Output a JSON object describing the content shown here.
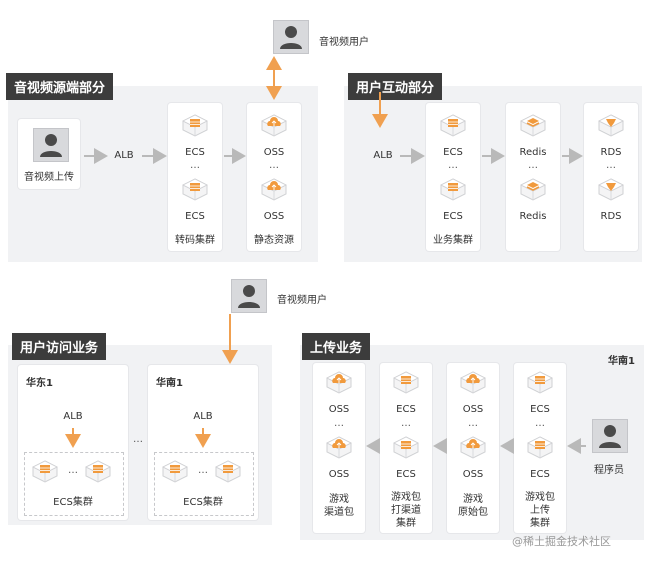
{
  "sections": {
    "media_source": "音视频源端部分",
    "interaction": "用户互动部分",
    "access": "用户访问业务",
    "upload": "上传业务"
  },
  "top_left": {
    "uploader_label": "音视频上传",
    "alb": "ALB",
    "ecs_top": "ECS",
    "ecs_bottom": "ECS",
    "ecs_group": "转码集群",
    "oss_top": "OSS",
    "oss_bottom": "OSS",
    "oss_group": "静态资源"
  },
  "top_user": "音视频用户",
  "top_right": {
    "alb": "ALB",
    "ecs_top": "ECS",
    "ecs_bottom": "ECS",
    "ecs_group": "业务集群",
    "redis_top": "Redis",
    "redis_bottom": "Redis",
    "rds_top": "RDS",
    "rds_bottom": "RDS"
  },
  "mid_user": "音视频用户",
  "access": {
    "region_east": "华东1",
    "region_south": "华南1",
    "alb_east": "ALB",
    "alb_south": "ALB",
    "cluster_east": "ECS集群",
    "cluster_south": "ECS集群"
  },
  "upload": {
    "region": "华南1",
    "col1_top": "OSS",
    "col1_bottom": "OSS",
    "col1_group": "游戏\n渠道包",
    "col2_top": "ECS",
    "col2_bottom": "ECS",
    "col2_group": "游戏包\n打渠道\n集群",
    "col3_top": "OSS",
    "col3_bottom": "OSS",
    "col3_group": "游戏\n原始包",
    "col4_top": "ECS",
    "col4_bottom": "ECS",
    "col4_group": "游戏包\n上传\n集群",
    "programmer": "程序员"
  },
  "ellipsis": "…",
  "watermark": "@稀土掘金技术社区",
  "colors": {
    "accent_arrow": "#f0a050",
    "gray_arrow": "#b9b9b9",
    "tag_bg": "#3c3c3c",
    "ecs_icon": "#f19a3d",
    "oss_icon": "#f19a3d",
    "redis_icon": "#f19a3d",
    "rds_icon": "#f19a3d"
  }
}
